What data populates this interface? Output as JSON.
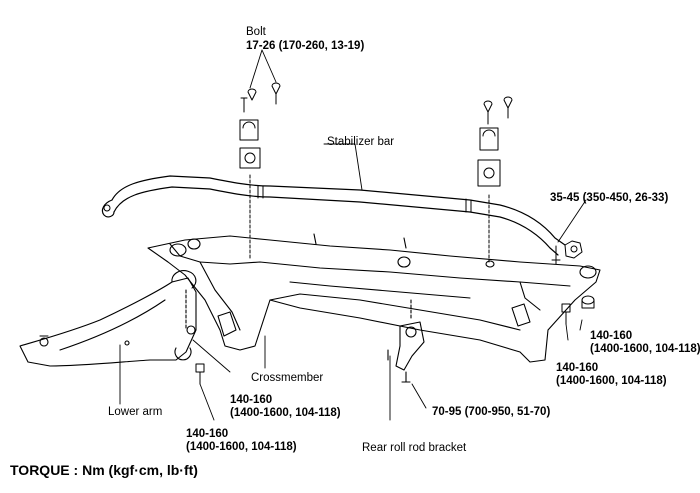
{
  "labels": {
    "bolt": "Bolt",
    "bolt_torque": "17-26 (170-260, 13-19)",
    "stabilizer_bar": "Stabilizer bar",
    "stabilizer_torque": "35-45 (350-450, 26-33)",
    "crossmember": "Crossmember",
    "lower_arm": "Lower arm",
    "rear_roll_rod_bracket": "Rear roll rod bracket",
    "rear_roll_rod_torque": "70-95 (700-950, 51-70)",
    "right_bolt_a_1": "140-160",
    "right_bolt_a_2": "(1400-1600, 104-118)",
    "right_bolt_b_1": "140-160",
    "right_bolt_b_2": "(1400-1600, 104-118)",
    "left_bolt_a_1": "140-160",
    "left_bolt_a_2": "(1400-1600, 104-118)",
    "left_bolt_b_1": "140-160",
    "left_bolt_b_2": "(1400-1600, 104-118)"
  },
  "footer": {
    "torque_unit": "TORQUE : Nm (kgf·cm, lb·ft)"
  }
}
